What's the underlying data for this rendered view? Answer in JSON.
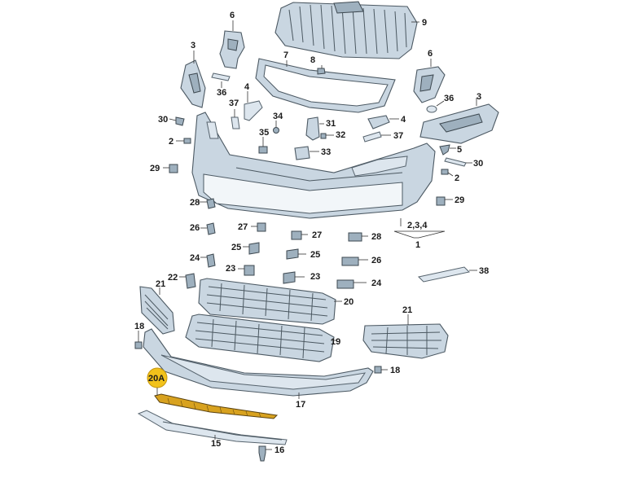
{
  "labels": {
    "l6a": "6",
    "l9": "9",
    "l3a": "3",
    "l7": "7",
    "l8": "8",
    "l6b": "6",
    "l36a": "36",
    "l4a": "4",
    "l37a": "37",
    "l34": "34",
    "l36b": "36",
    "l3b": "3",
    "l30a": "30",
    "l31": "31",
    "l4b": "4",
    "l35": "35",
    "l32": "32",
    "l37b": "37",
    "l2a": "2",
    "l33": "33",
    "l5": "5",
    "l30b": "30",
    "l29a": "29",
    "l2b": "2",
    "l28a": "28",
    "l29b": "29",
    "l234": "2,3,4",
    "l1": "1",
    "l26a": "26",
    "l27a": "27",
    "l27b": "27",
    "l28b": "28",
    "l25a": "25",
    "l25b": "25",
    "l24a": "24",
    "l26b": "26",
    "l38": "38",
    "l23a": "23",
    "l23b": "23",
    "l22": "22",
    "l24b": "24",
    "l21a": "21",
    "l20": "20",
    "l21b": "21",
    "l18a": "18",
    "l19": "19",
    "l18b": "18",
    "l20a": "20A",
    "l17": "17",
    "l15": "15",
    "l16": "16"
  },
  "highlight": {
    "part": "20A",
    "color": "#f2c21b"
  }
}
